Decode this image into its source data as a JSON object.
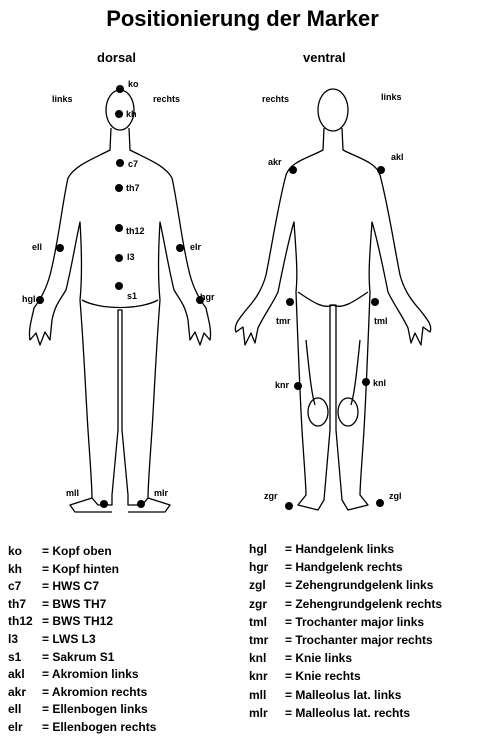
{
  "title": "Positionierung der Marker",
  "views": {
    "dorsal": {
      "heading": "dorsal",
      "side_left": "links",
      "side_right": "rechts",
      "markers": [
        "ko",
        "kh",
        "c7",
        "th7",
        "th12",
        "l3",
        "s1",
        "ell",
        "elr",
        "hgl",
        "hgr",
        "mll",
        "mlr"
      ]
    },
    "ventral": {
      "heading": "ventral",
      "side_left": "rechts",
      "side_right": "links",
      "markers": [
        "akr",
        "akl",
        "tmr",
        "tml",
        "knr",
        "knl",
        "zgr",
        "zgl"
      ]
    }
  },
  "legend_left": [
    {
      "code": "ko",
      "desc": "= Kopf oben"
    },
    {
      "code": "kh",
      "desc": "= Kopf hinten"
    },
    {
      "code": "c7",
      "desc": "= HWS C7"
    },
    {
      "code": "th7",
      "desc": "= BWS TH7"
    },
    {
      "code": "th12",
      "desc": "= BWS TH12"
    },
    {
      "code": "l3",
      "desc": "= LWS L3"
    },
    {
      "code": "s1",
      "desc": "= Sakrum S1"
    },
    {
      "code": "akl",
      "desc": "= Akromion links"
    },
    {
      "code": "akr",
      "desc": "= Akromion rechts"
    },
    {
      "code": "ell",
      "desc": "= Ellenbogen links"
    },
    {
      "code": "elr",
      "desc": "= Ellenbogen rechts"
    }
  ],
  "legend_right": [
    {
      "code": "hgl",
      "desc": "= Handgelenk links"
    },
    {
      "code": "hgr",
      "desc": "= Handgelenk rechts"
    },
    {
      "code": "zgl",
      "desc": "= Zehengrundgelenk links"
    },
    {
      "code": "zgr",
      "desc": "= Zehengrundgelenk rechts"
    },
    {
      "code": "tml",
      "desc": "= Trochanter major links"
    },
    {
      "code": "tmr",
      "desc": "= Trochanter major rechts"
    },
    {
      "code": "knl",
      "desc": "= Knie links"
    },
    {
      "code": "knr",
      "desc": "= Knie rechts"
    },
    {
      "code": "mll",
      "desc": "= Malleolus lat. links"
    },
    {
      "code": "mlr",
      "desc": "= Malleolus lat. rechts"
    }
  ]
}
